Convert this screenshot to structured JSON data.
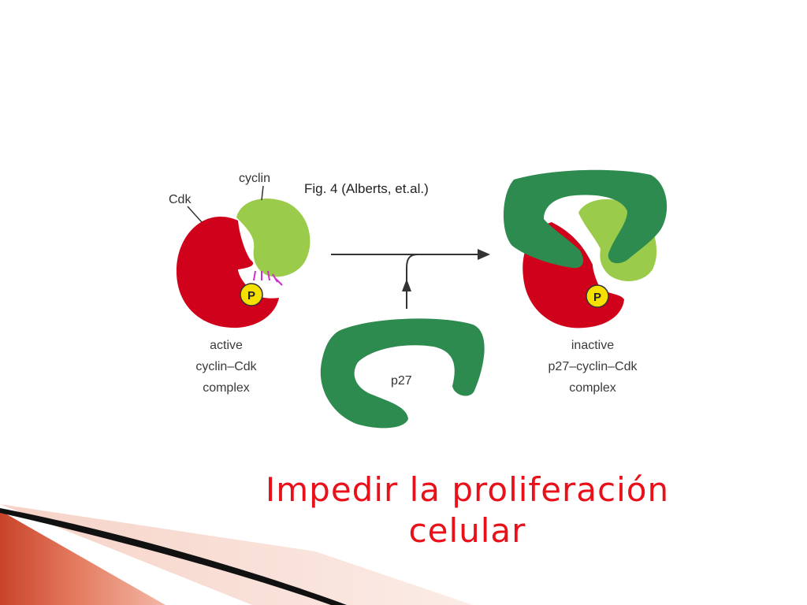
{
  "figure": {
    "citation": "Fig. 4 (Alberts, et.al.)",
    "label_cdk": "Cdk",
    "label_cyclin": "cyclin",
    "label_p": "P",
    "label_p_inactive": "P",
    "label_p27": "p27",
    "left_caption": [
      "active",
      "cyclin–Cdk",
      "complex"
    ],
    "right_caption": [
      "inactive",
      "p27–cyclin–Cdk",
      "complex"
    ]
  },
  "title": {
    "line1": "Impedir la proliferación",
    "line2": "celular"
  },
  "colors": {
    "cdk_red": "#d0021b",
    "cyclin_green": "#9acb4a",
    "p27_green": "#2e8b4f",
    "phosphate_yellow": "#f5e000",
    "title_red": "#e8111a"
  }
}
